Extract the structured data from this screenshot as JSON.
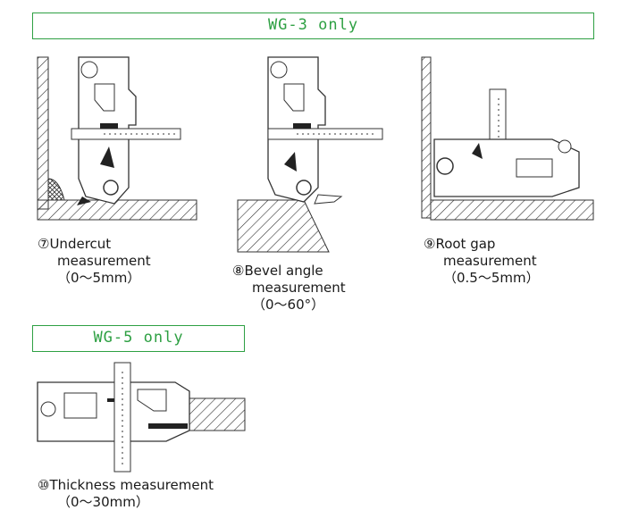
{
  "banners": {
    "wg3": "WG-3 only",
    "wg5": "WG-5 only"
  },
  "figures": [
    {
      "id": "7",
      "number": "⑦",
      "line1": "Undercut",
      "line2": "measurement",
      "line3": "（0～5mm）"
    },
    {
      "id": "8",
      "number": "⑧",
      "line1": "Bevel angle",
      "line2": "measurement",
      "line3": "（0～60°）"
    },
    {
      "id": "9",
      "number": "⑨",
      "line1": "Root gap",
      "line2": "measurement",
      "line3": "（0.5～5mm）"
    },
    {
      "id": "10",
      "number": "⑩",
      "line1": "Thickness measurement",
      "line2": "（0～30mm）"
    }
  ],
  "colors": {
    "accent": "#2ea043",
    "ink": "#1a1a1a"
  }
}
